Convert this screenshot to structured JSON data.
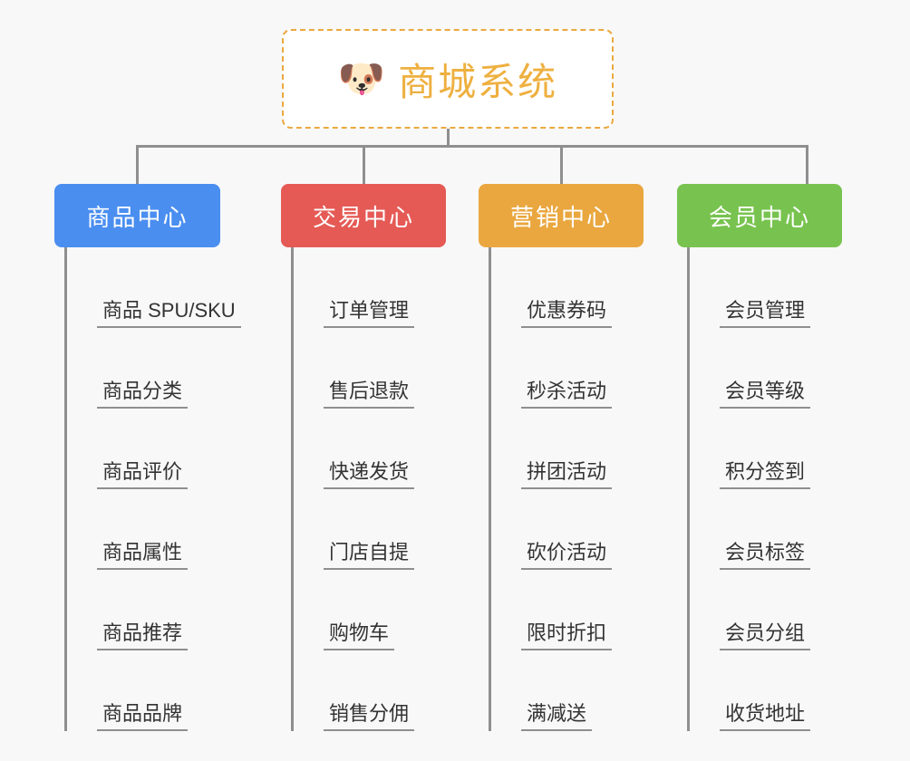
{
  "canvas": {
    "background": "#f8f8f9",
    "line_color": "#8f8f8f"
  },
  "root": {
    "icon": "shiba-dog-face-emoji",
    "emoji": "🐶",
    "title": "商城系统",
    "title_color": "#eeb040",
    "border_color": "#eaa93f",
    "border_style": "dashed"
  },
  "categories": [
    {
      "label": "商品中心",
      "color": "#4a8ef0",
      "items": [
        "商品 SPU/SKU",
        "商品分类",
        "商品评价",
        "商品属性",
        "商品推荐",
        "商品品牌"
      ]
    },
    {
      "label": "交易中心",
      "color": "#e55a55",
      "items": [
        "订单管理",
        "售后退款",
        "快递发货",
        "门店自提",
        "购物车",
        "销售分佣"
      ]
    },
    {
      "label": "营销中心",
      "color": "#eaa73f",
      "items": [
        "优惠券码",
        "秒杀活动",
        "拼团活动",
        "砍价活动",
        "限时折扣",
        "满减送"
      ]
    },
    {
      "label": "会员中心",
      "color": "#78c34f",
      "items": [
        "会员管理",
        "会员等级",
        "积分签到",
        "会员标签",
        "会员分组",
        "收货地址"
      ]
    }
  ]
}
